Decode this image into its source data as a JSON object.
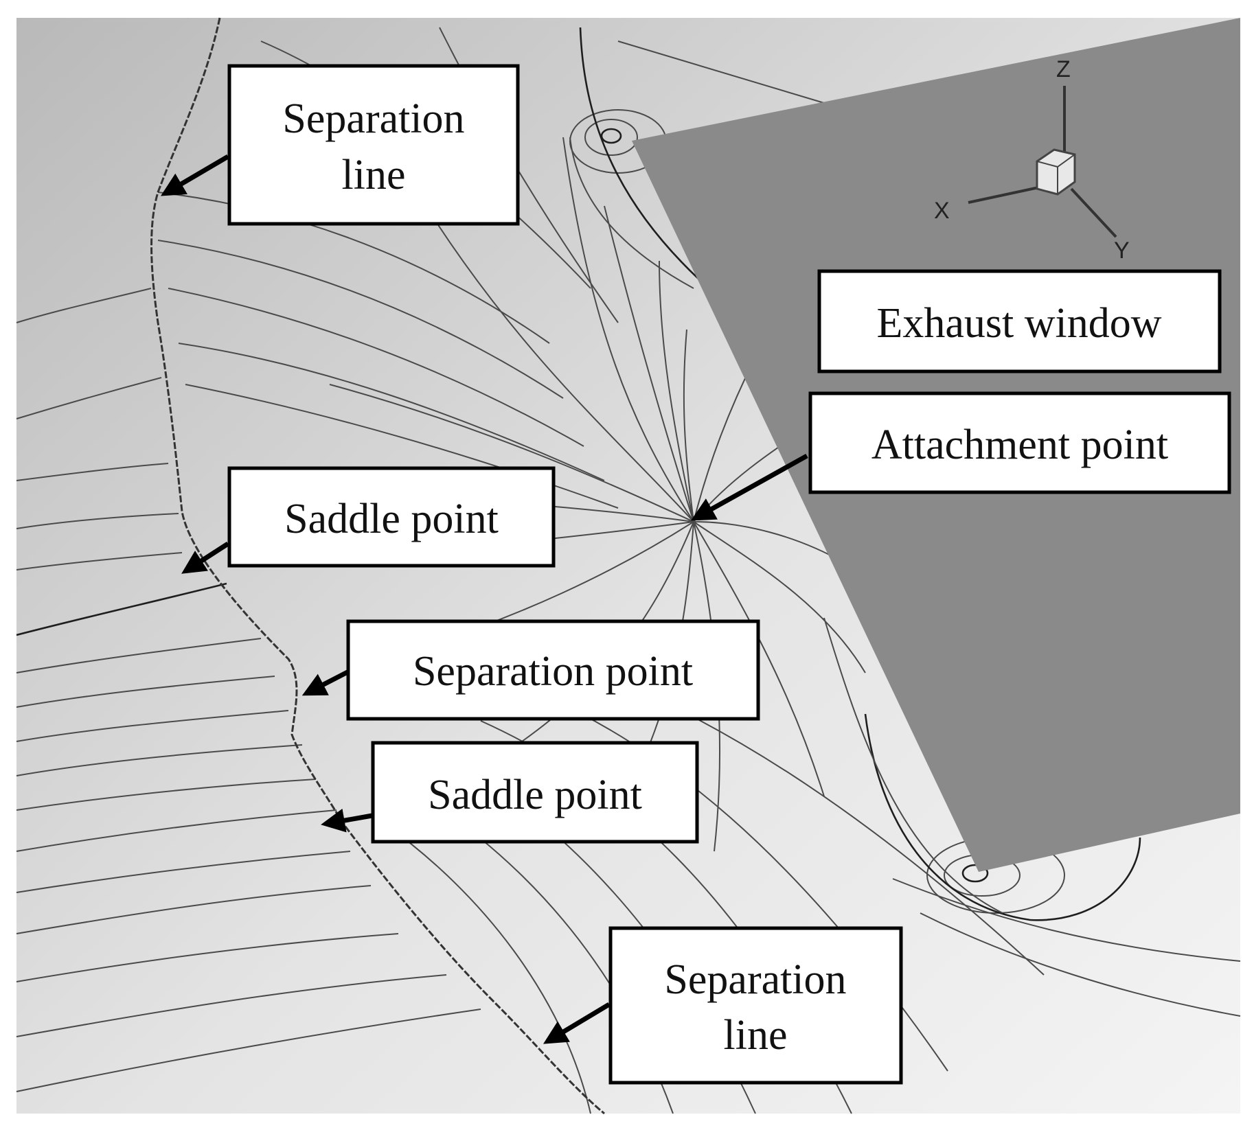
{
  "figure": {
    "callouts": [
      {
        "id": "separation-line-top",
        "lines": [
          "Separation",
          "line"
        ]
      },
      {
        "id": "exhaust-window",
        "lines": [
          "Exhaust window"
        ]
      },
      {
        "id": "attachment-point",
        "lines": [
          "Attachment point"
        ]
      },
      {
        "id": "saddle-point-upper",
        "lines": [
          "Saddle point"
        ]
      },
      {
        "id": "separation-point",
        "lines": [
          "Separation point"
        ]
      },
      {
        "id": "saddle-point-lower",
        "lines": [
          "Saddle point"
        ]
      },
      {
        "id": "separation-line-bottom",
        "lines": [
          "Separation",
          "line"
        ]
      }
    ],
    "axes_triad": {
      "x": "X",
      "y": "Y",
      "z": "Z"
    },
    "colors": {
      "background_light": "#f4f4f4",
      "background_dark": "#b9b9b9",
      "window_panel": "#8a8a8a",
      "streamline": "#4a4a4a",
      "box_border": "#000000"
    }
  }
}
